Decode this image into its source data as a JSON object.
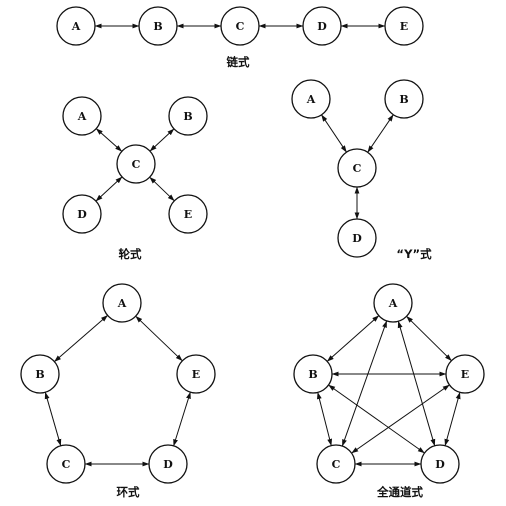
{
  "diagrams": [
    {
      "id": "chain",
      "caption": "链式",
      "nodes": [
        {
          "id": "A",
          "label": "A"
        },
        {
          "id": "B",
          "label": "B"
        },
        {
          "id": "C",
          "label": "C"
        },
        {
          "id": "D",
          "label": "D"
        },
        {
          "id": "E",
          "label": "E"
        }
      ],
      "edges": [
        [
          "A",
          "B"
        ],
        [
          "B",
          "C"
        ],
        [
          "C",
          "D"
        ],
        [
          "D",
          "E"
        ]
      ]
    },
    {
      "id": "wheel",
      "caption": "轮式",
      "nodes": [
        {
          "id": "A",
          "label": "A"
        },
        {
          "id": "B",
          "label": "B"
        },
        {
          "id": "C",
          "label": "C"
        },
        {
          "id": "D",
          "label": "D"
        },
        {
          "id": "E",
          "label": "E"
        }
      ],
      "edges": [
        [
          "C",
          "A"
        ],
        [
          "C",
          "B"
        ],
        [
          "C",
          "D"
        ],
        [
          "C",
          "E"
        ]
      ]
    },
    {
      "id": "y",
      "caption": "“Y”式",
      "nodes": [
        {
          "id": "A",
          "label": "A"
        },
        {
          "id": "B",
          "label": "B"
        },
        {
          "id": "C",
          "label": "C"
        },
        {
          "id": "D",
          "label": "D"
        }
      ],
      "edges": [
        [
          "C",
          "A"
        ],
        [
          "C",
          "B"
        ],
        [
          "C",
          "D"
        ]
      ]
    },
    {
      "id": "circle",
      "caption": "环式",
      "nodes": [
        {
          "id": "A",
          "label": "A"
        },
        {
          "id": "B",
          "label": "B"
        },
        {
          "id": "C",
          "label": "C"
        },
        {
          "id": "D",
          "label": "D"
        },
        {
          "id": "E",
          "label": "E"
        }
      ],
      "edges": [
        [
          "A",
          "B"
        ],
        [
          "B",
          "C"
        ],
        [
          "C",
          "D"
        ],
        [
          "D",
          "E"
        ],
        [
          "E",
          "A"
        ]
      ]
    },
    {
      "id": "all-channel",
      "caption": "全通道式",
      "nodes": [
        {
          "id": "A",
          "label": "A"
        },
        {
          "id": "B",
          "label": "B"
        },
        {
          "id": "C",
          "label": "C"
        },
        {
          "id": "D",
          "label": "D"
        },
        {
          "id": "E",
          "label": "E"
        }
      ],
      "edges": [
        [
          "A",
          "B"
        ],
        [
          "A",
          "C"
        ],
        [
          "A",
          "D"
        ],
        [
          "A",
          "E"
        ],
        [
          "B",
          "C"
        ],
        [
          "B",
          "D"
        ],
        [
          "B",
          "E"
        ],
        [
          "C",
          "D"
        ],
        [
          "C",
          "E"
        ],
        [
          "D",
          "E"
        ]
      ]
    }
  ]
}
